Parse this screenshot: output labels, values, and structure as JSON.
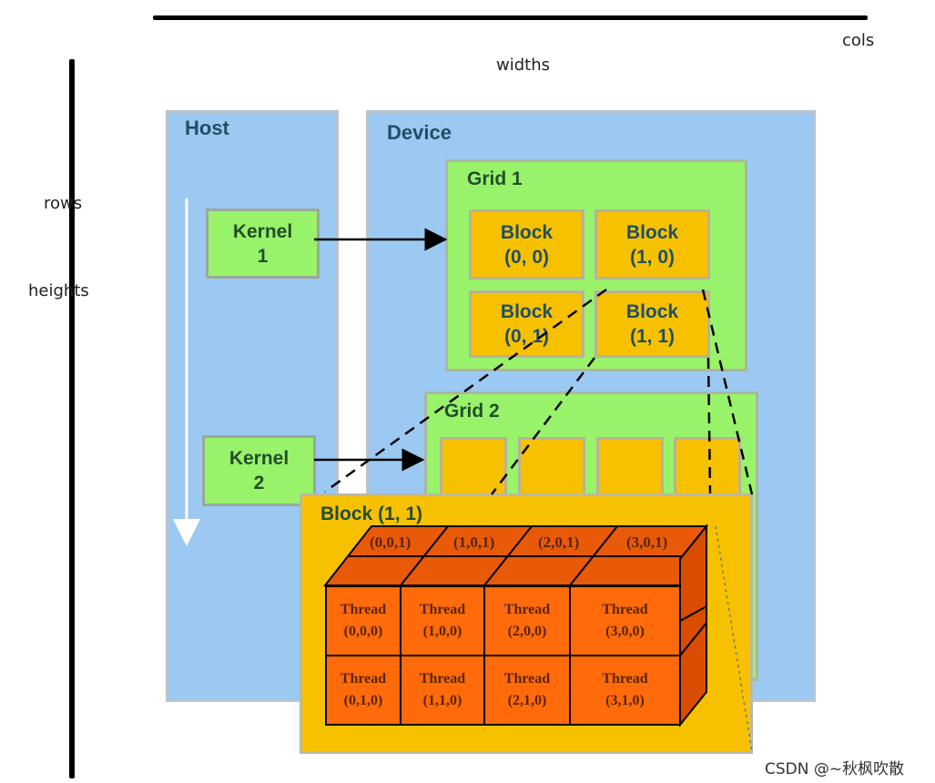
{
  "annotations": {
    "cols": "cols",
    "widths": "widths",
    "rows": "rows",
    "heights": "heights"
  },
  "host": {
    "title": "Host",
    "kernel1": "Kernel\n1",
    "kernel2": "Kernel\n2"
  },
  "device": {
    "title": "Device",
    "grid1": {
      "title": "Grid 1",
      "blocks": [
        "Block\n(0, 0)",
        "Block\n(1, 0)",
        "Block\n(0, 1)",
        "Block\n(1, 1)"
      ]
    },
    "grid2": {
      "title": "Grid 2"
    }
  },
  "block11": {
    "title": "Block (1, 1)",
    "top_labels": [
      "(0,0,1)",
      "(1,0,1)",
      "(2,0,1)",
      "(3,0,1)"
    ],
    "threads": [
      "Thread\n(0,0,0)",
      "Thread\n(1,0,0)",
      "Thread\n(2,0,0)",
      "Thread\n(3,0,0)",
      "Thread\n(0,1,0)",
      "Thread\n(1,1,0)",
      "Thread\n(2,1,0)",
      "Thread\n(3,1,0)"
    ]
  },
  "colors": {
    "host_device_bg": "#9cc9f2",
    "grid_bg": "#99f36a",
    "block_bg": "#f7c100",
    "thread_front": "#ff6a0b",
    "thread_top": "#e85a08",
    "thread_side": "#d84d00"
  },
  "watermark": "CSDN @~秋枫吹散"
}
